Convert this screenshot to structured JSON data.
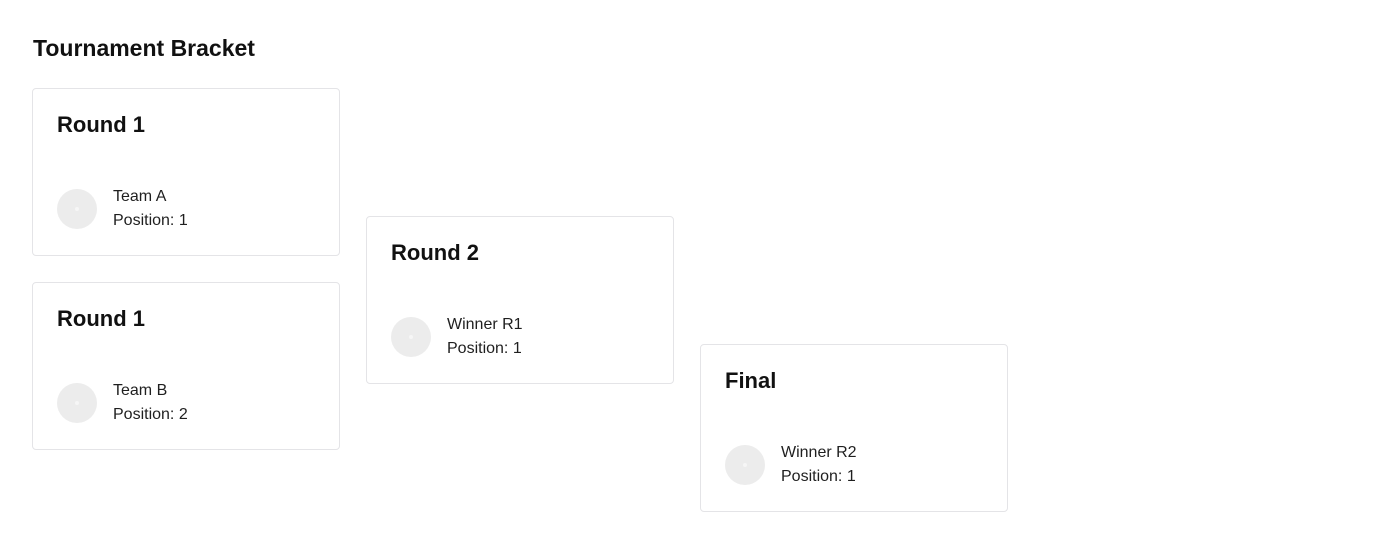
{
  "page": {
    "title": "Tournament Bracket"
  },
  "bracket": {
    "matches": [
      {
        "round_label": "Round 1",
        "team_name": "Team A",
        "position_text": "Position: 1"
      },
      {
        "round_label": "Round 1",
        "team_name": "Team B",
        "position_text": "Position: 2"
      },
      {
        "round_label": "Round 2",
        "team_name": "Winner R1",
        "position_text": "Position: 1"
      },
      {
        "round_label": "Final",
        "team_name": "Winner R2",
        "position_text": "Position: 1"
      }
    ]
  },
  "colors": {
    "card_border": "#e4e4e7",
    "avatar_background": "#ececec",
    "text_primary": "#111111"
  }
}
